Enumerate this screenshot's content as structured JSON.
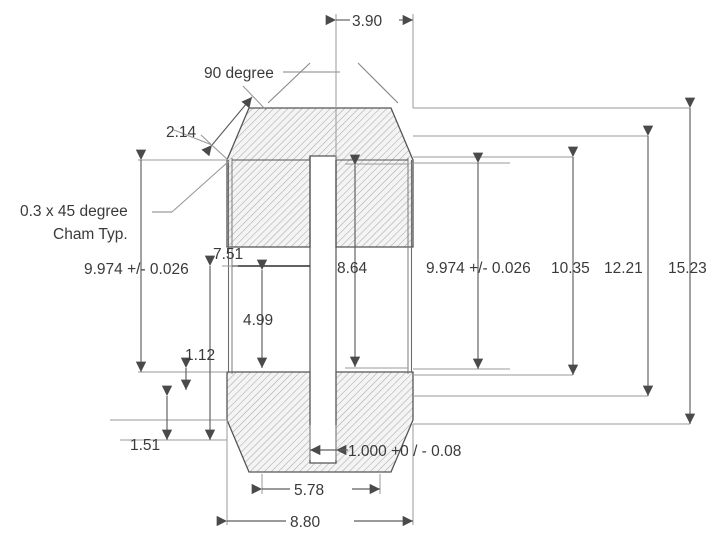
{
  "drawing": {
    "title": "Machined Bearing Race Cross-Section",
    "type": "mechanical-engineering-cross-section-drawing",
    "units": "unspecified",
    "colors": {
      "background": "#ffffff",
      "outline": "#555555",
      "dimension_line": "#6e6e6e",
      "text": "#3a3a3a",
      "hatch_line": "#a8a8a8",
      "section_fill": "#f2f2f2"
    }
  },
  "dimensions": {
    "top_width": {
      "label": "3.90",
      "orientation": "horizontal"
    },
    "chamfer_angle": {
      "label": "90 degree",
      "orientation": "leader"
    },
    "chamfer_length": {
      "label": "2.14",
      "orientation": "diagonal"
    },
    "chamfer_note": {
      "line1": "0.3 x 45 degree",
      "line2": "Cham Typ."
    },
    "left_overall_height": {
      "label": "9.974 +/- 0.026",
      "orientation": "vertical"
    },
    "inner_step_height": {
      "label": "7.51",
      "orientation": "vertical"
    },
    "inner_lower_height": {
      "label": "4.99",
      "orientation": "vertical"
    },
    "bore_height": {
      "label": "8.64",
      "orientation": "vertical"
    },
    "small_offset": {
      "label": "1.12",
      "orientation": "vertical"
    },
    "bottom_offset": {
      "label": "1.51",
      "orientation": "vertical"
    },
    "right_height_a": {
      "label": "9.974 +/- 0.026",
      "orientation": "vertical"
    },
    "right_height_b": {
      "label": "10.35",
      "orientation": "vertical"
    },
    "right_height_c": {
      "label": "12.21",
      "orientation": "vertical"
    },
    "right_height_d": {
      "label": "15.23",
      "orientation": "vertical"
    },
    "groove_width": {
      "label": "1.000 +0 / - 0.08",
      "orientation": "horizontal"
    },
    "mid_width": {
      "label": "5.78",
      "orientation": "horizontal"
    },
    "overall_width": {
      "label": "8.80",
      "orientation": "horizontal"
    }
  },
  "labels": {
    "d_top_width": "3.90",
    "d_angle": "90 degree",
    "d_chamfer": "2.14",
    "d_cham_note_1": "0.3 x 45 degree",
    "d_cham_note_2": "Cham Typ.",
    "d_left_tol": "9.974 +/- 0.026",
    "d_751": "7.51",
    "d_499": "4.99",
    "d_864": "8.64",
    "d_112": "1.12",
    "d_151": "1.51",
    "d_right_tol": "9.974 +/- 0.026",
    "d_1035": "10.35",
    "d_1221": "12.21",
    "d_1523": "15.23",
    "d_groove": "1.000 +0 / - 0.08",
    "d_578": "5.78",
    "d_880": "8.80"
  }
}
